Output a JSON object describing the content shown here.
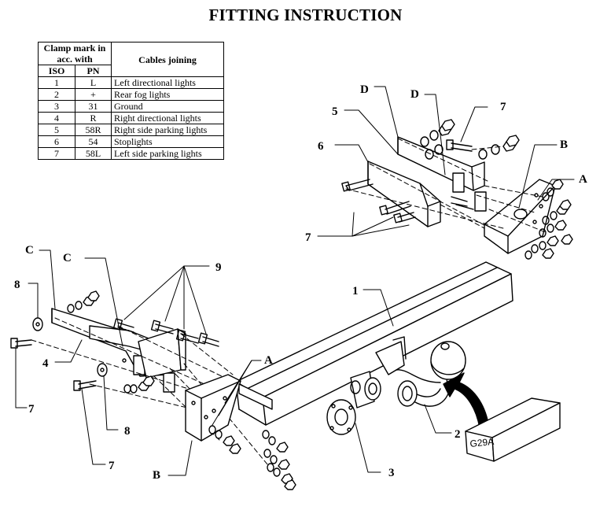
{
  "title": "FITTING INSTRUCTION",
  "table": {
    "header_clamp_mark": "Clamp mark in acc. with",
    "header_iso": "ISO",
    "header_pn": "PN",
    "header_cables": "Cables joining",
    "rows": [
      {
        "iso": "1",
        "pn": "L",
        "cable": "Left directional lights"
      },
      {
        "iso": "2",
        "pn": "+",
        "cable": "Rear fog lights"
      },
      {
        "iso": "3",
        "pn": "31",
        "cable": "Ground"
      },
      {
        "iso": "4",
        "pn": "R",
        "cable": "Right directional lights"
      },
      {
        "iso": "5",
        "pn": "58R",
        "cable": "Right side parking lights"
      },
      {
        "iso": "6",
        "pn": "54",
        "cable": "Stoplights"
      },
      {
        "iso": "7",
        "pn": "58L",
        "cable": "Left side parking lights"
      }
    ]
  },
  "labels": {
    "d1": "D",
    "d2": "D",
    "n5": "5",
    "n6": "6",
    "n7a": "7",
    "b1": "B",
    "a1": "A",
    "n7b": "7",
    "c1": "C",
    "c2": "C",
    "n9": "9",
    "n8a": "8",
    "n1": "1",
    "n4": "4",
    "a2": "A",
    "n7c": "7",
    "n8b": "8",
    "n7d": "7",
    "b2": "B",
    "n2": "2",
    "n3": "3"
  },
  "box_label": "G29A"
}
